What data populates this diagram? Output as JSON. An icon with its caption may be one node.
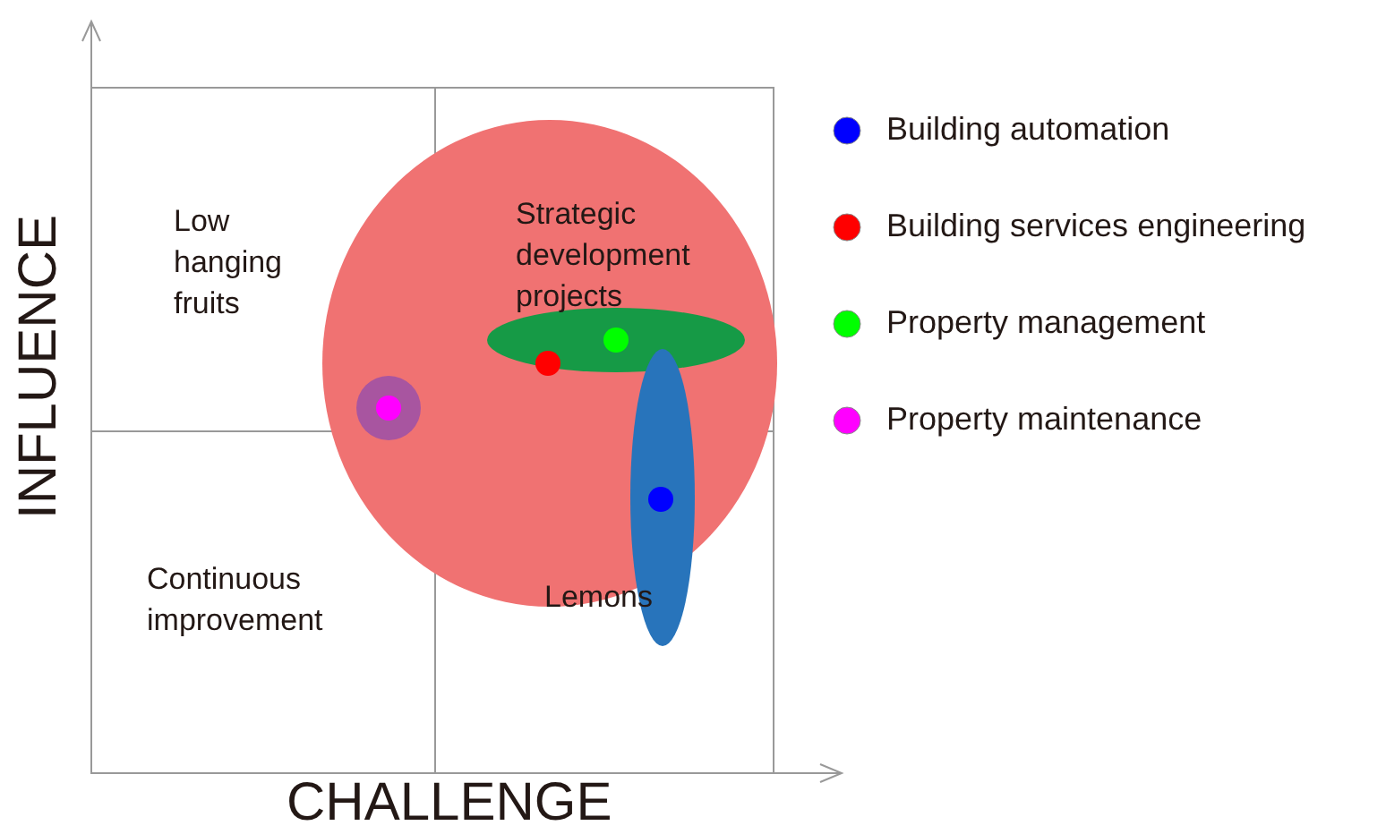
{
  "diagram": {
    "labels": [
      "Low hanging fruits",
      "Strategic development projects",
      "Continuous improvement",
      "Lemons",
      "INFLUENCE",
      "CHALLENGE"
    ],
    "legend": [
      {
        "text": "Building automation",
        "color": "#0000ff"
      },
      {
        "text": "Building services engineering",
        "color": "#ff0000"
      },
      {
        "text": "Property management",
        "color": "#00ff00"
      },
      {
        "text": "Property maintenance",
        "color": "#ff00ff"
      }
    ]
  }
}
